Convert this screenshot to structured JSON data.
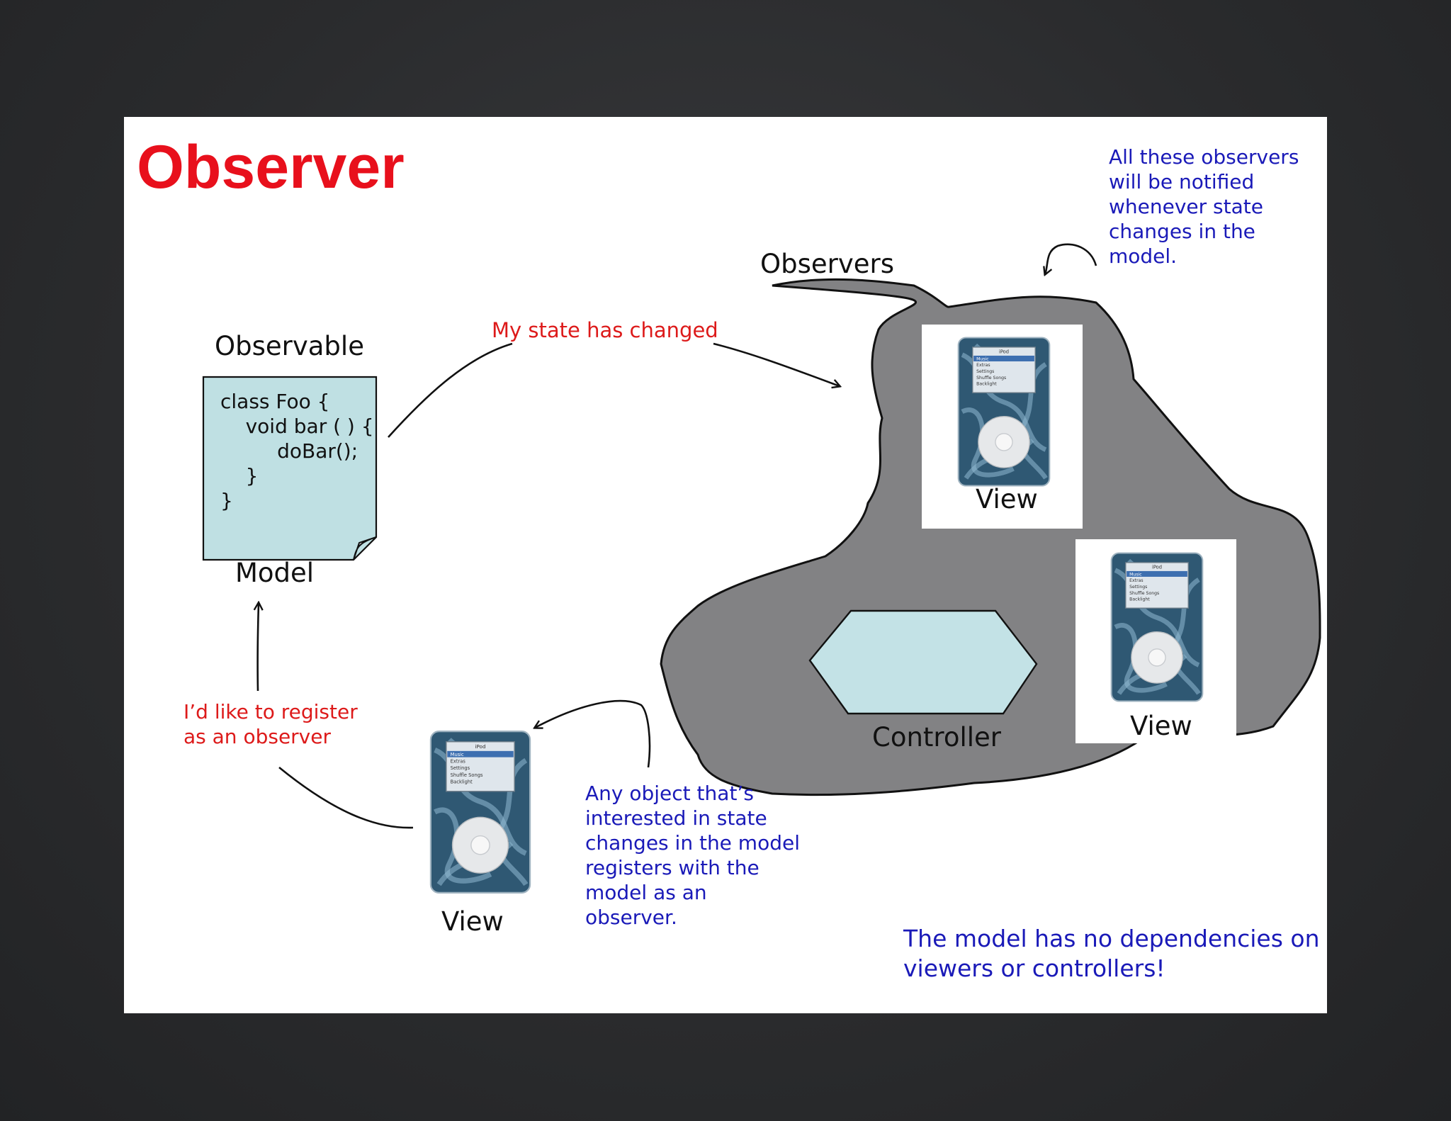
{
  "title": "Observer",
  "labels": {
    "observable": "Observable",
    "model": "Model",
    "observers": "Observers",
    "controller": "Controller",
    "view": "View"
  },
  "code": {
    "lines": [
      "class Foo {",
      "    void bar ( ) {",
      "         doBar();",
      "    }",
      "}"
    ]
  },
  "messages": {
    "state_changed": "My state has changed",
    "register": "I’d like to register\nas an observer"
  },
  "notes": {
    "notified": "All these observers\nwill be notified\nwhenever state\nchanges in the\nmodel.",
    "registers": "Any object that’s\ninterested in state\nchanges in the model\nregisters with the\nmodel as an\nobserver.",
    "dependencies": "The model has no dependencies on\nviewers or controllers!"
  },
  "colors": {
    "title": "#e8101c",
    "red_text": "#dd1a1a",
    "blue_text": "#1a1ab8",
    "blob": "#828284",
    "card": "#bfe0e3",
    "controller": "#c3e2e6"
  },
  "ipod": {
    "screen_header": "iPod",
    "menu": [
      "Music",
      "Extras",
      "Settings",
      "Shuffle Songs",
      "Backlight"
    ]
  }
}
